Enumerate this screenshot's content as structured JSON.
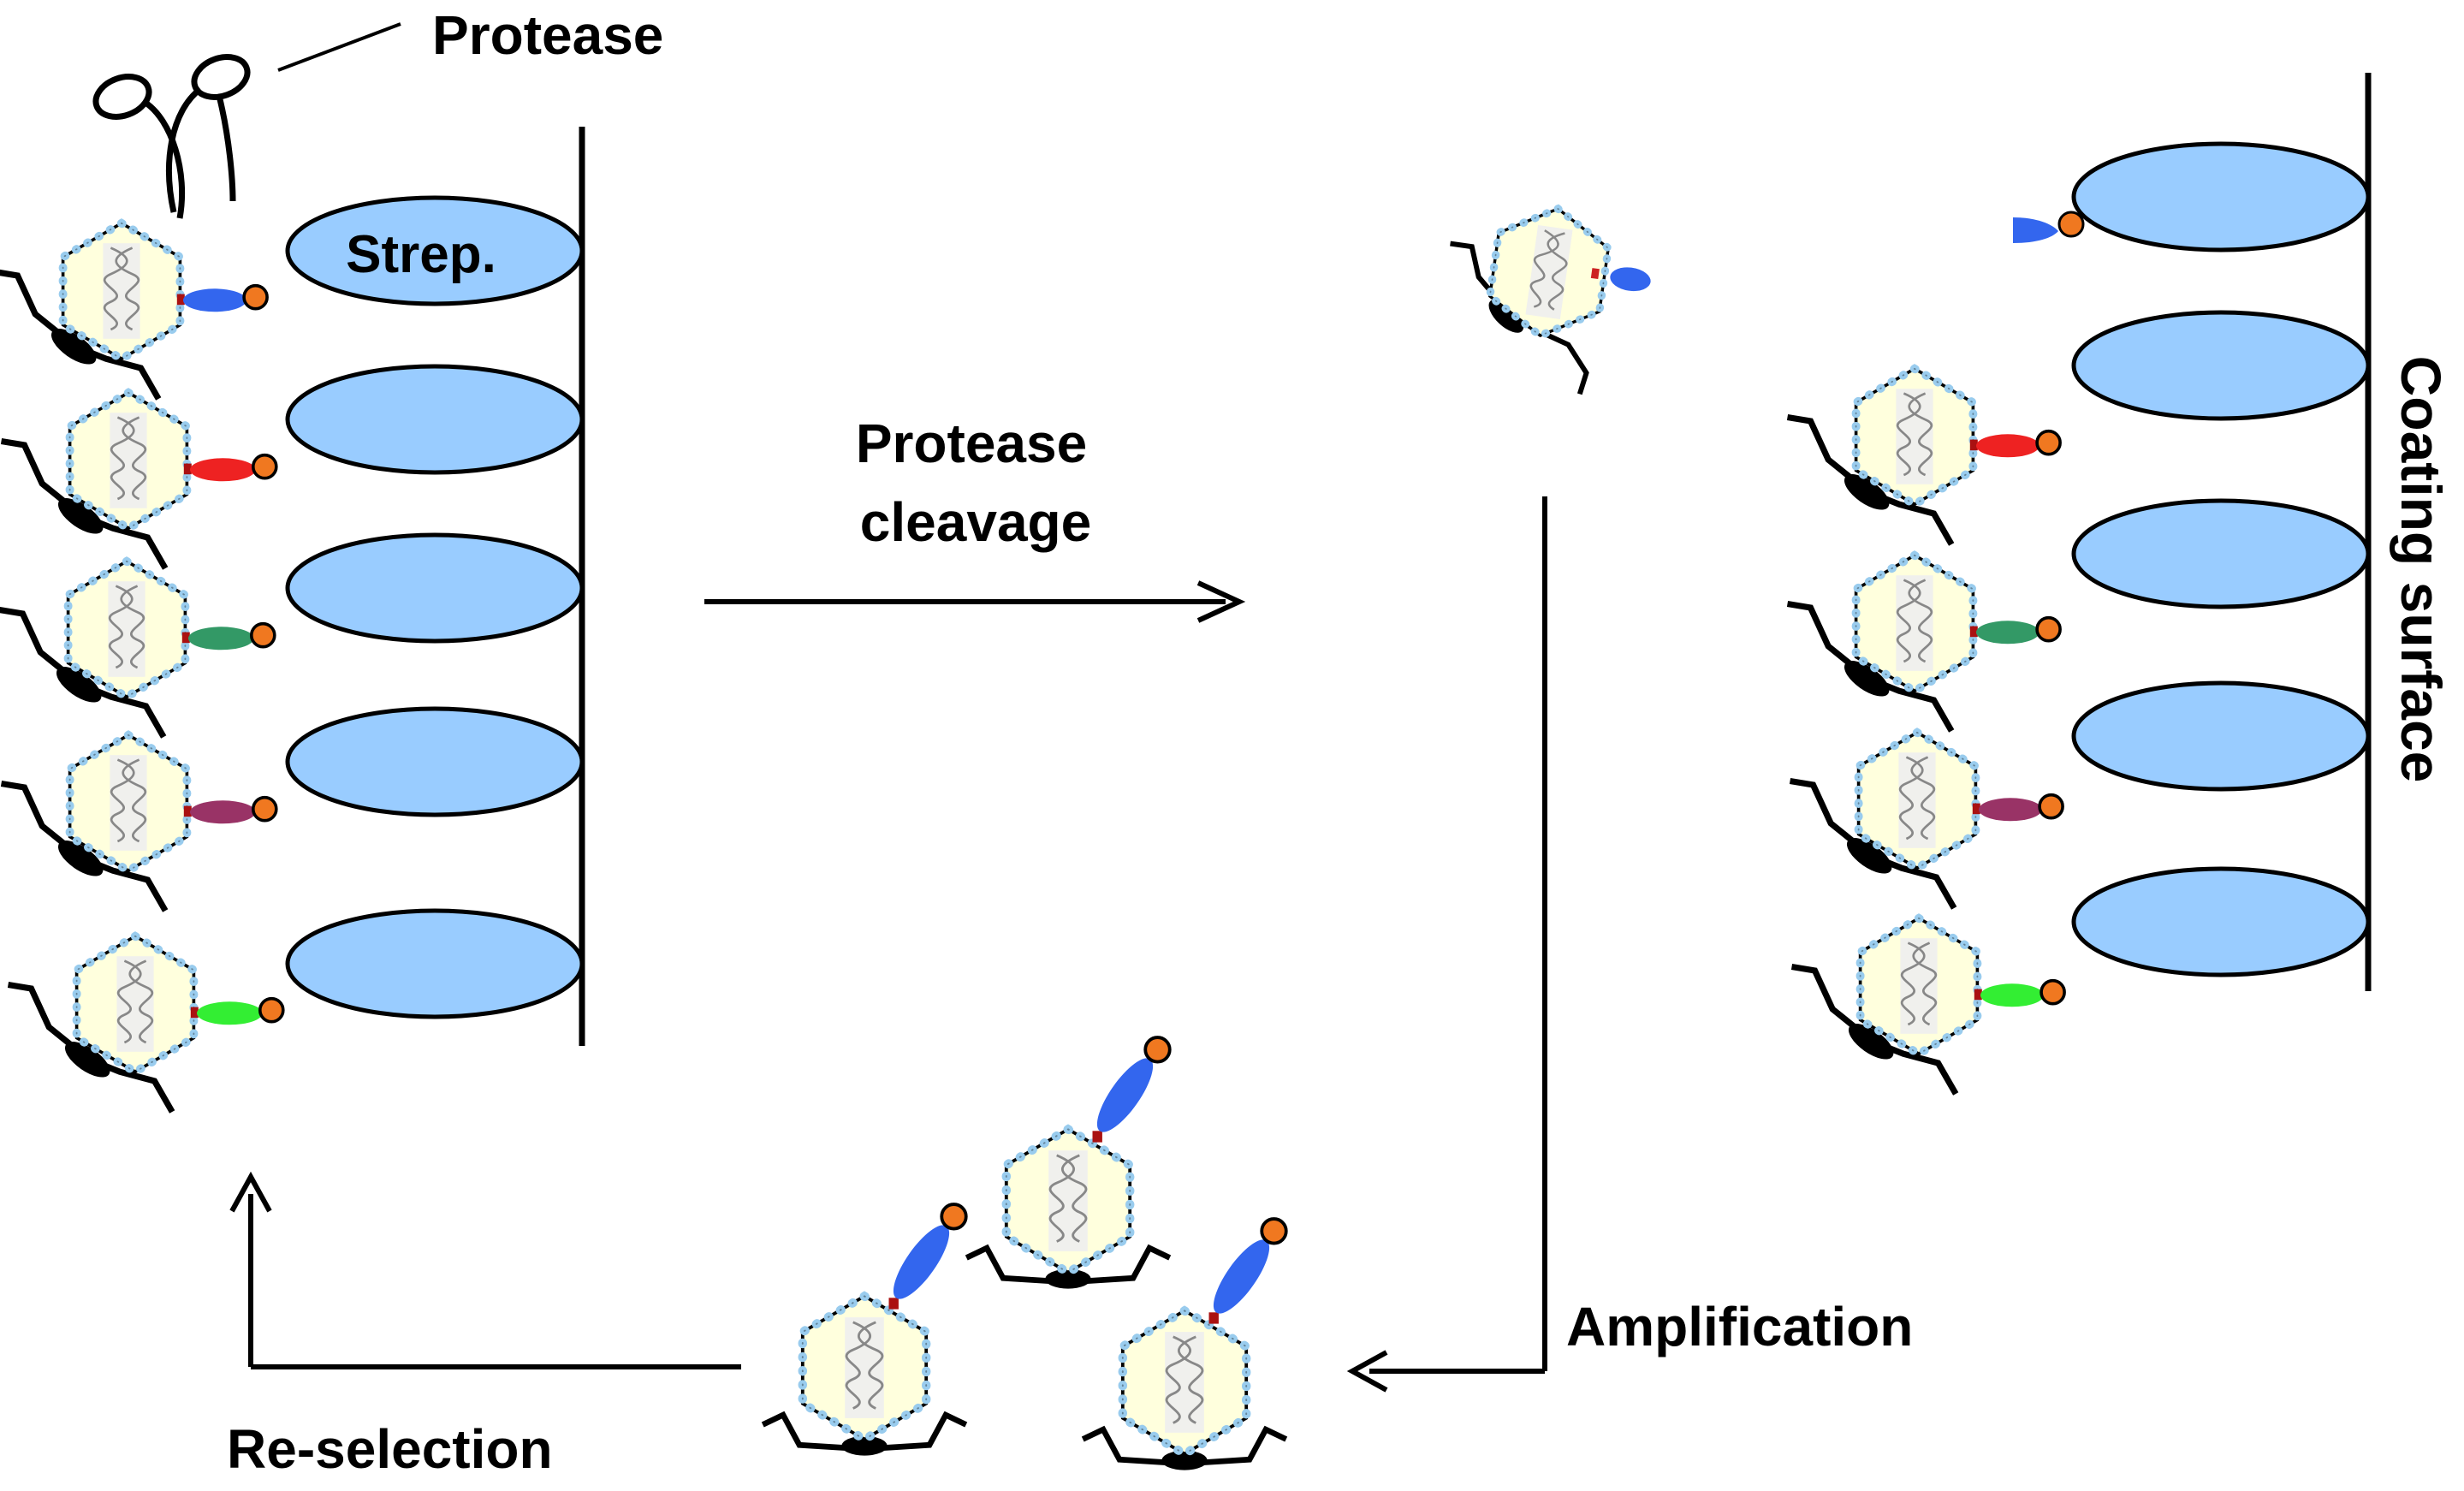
{
  "labels": {
    "protease": "Protease",
    "strep": "Strep.",
    "cleavage_line1": "Protease",
    "cleavage_line2": "cleavage",
    "coating_surface": "Coating surface",
    "amplification": "Amplification",
    "reselection": "Re-selection"
  },
  "colors": {
    "streptavidin_fill": "#99ccff",
    "biotin": "#f07820",
    "phage_fill": "#ffffdd",
    "phage_dots": "#99ccee",
    "left_peptides": [
      "#3366ee",
      "#ee2222",
      "#339966",
      "#993366",
      "#33ee33"
    ],
    "right_peptides": [
      "#3366ee",
      "#ee2222",
      "#339966",
      "#993366",
      "#33ee33"
    ],
    "amplified_peptide": "#3366ee"
  },
  "icons": {
    "scissors": "scissors-icon",
    "phage": "phage-icon",
    "dna": "dna-helix-icon"
  }
}
